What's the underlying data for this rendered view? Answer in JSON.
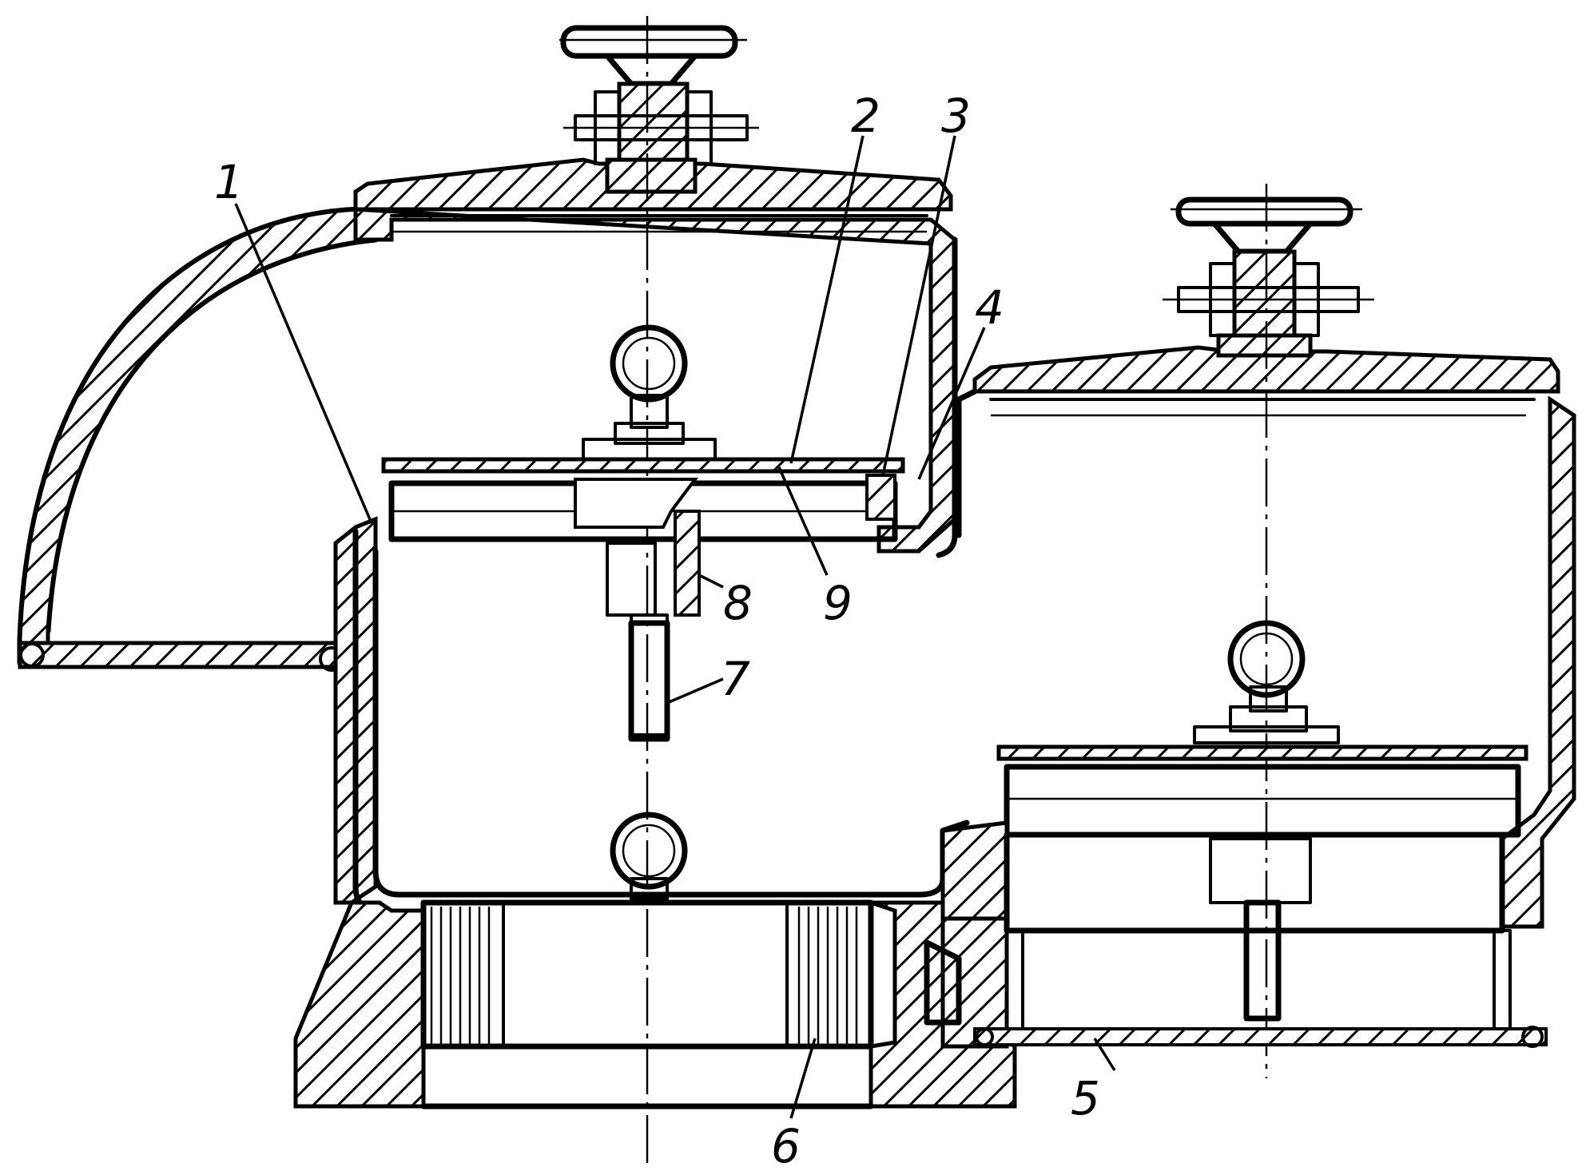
{
  "diagram": {
    "callouts": [
      {
        "id": "1",
        "text": "1"
      },
      {
        "id": "2",
        "text": "2"
      },
      {
        "id": "3",
        "text": "3"
      },
      {
        "id": "4",
        "text": "4"
      },
      {
        "id": "5",
        "text": "5"
      },
      {
        "id": "6",
        "text": "6"
      },
      {
        "id": "7",
        "text": "7"
      },
      {
        "id": "8",
        "text": "8"
      },
      {
        "id": "9",
        "text": "9"
      }
    ],
    "colors": {
      "ink": "#000000",
      "paper": "#ffffff"
    },
    "icons": [
      "handwheel-icon",
      "lifting-eye-icon",
      "bolt-icon"
    ]
  }
}
